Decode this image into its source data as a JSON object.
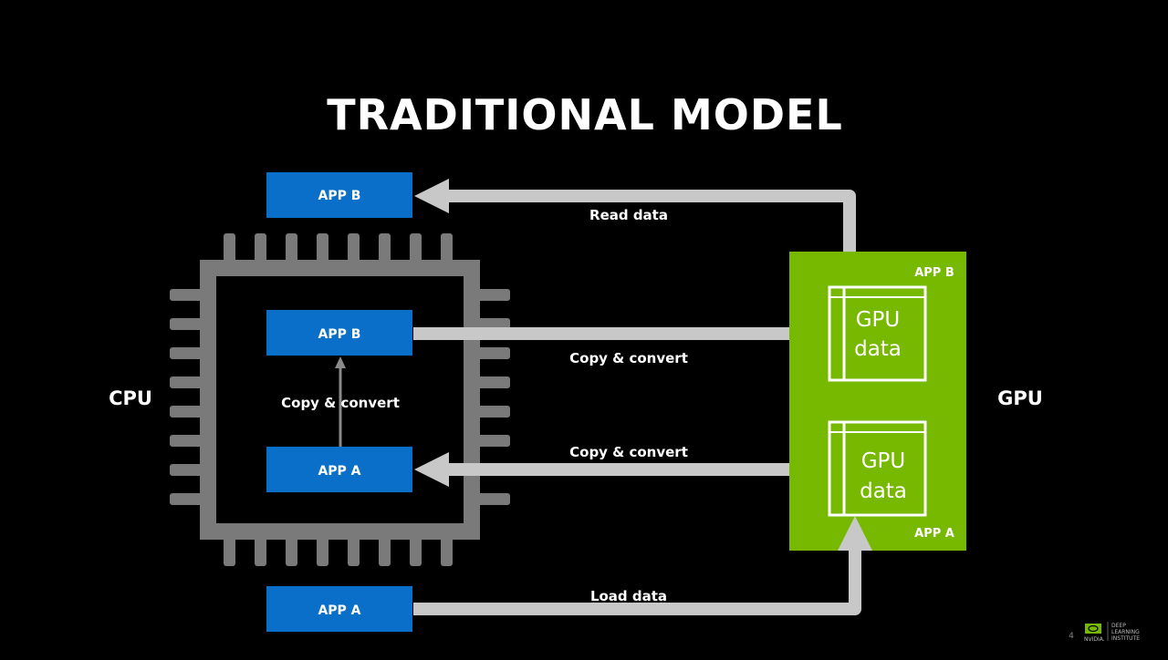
{
  "slide": {
    "title": "TRADITIONAL MODEL",
    "page_number": "4"
  },
  "sides": {
    "cpu": "CPU",
    "gpu": "GPU"
  },
  "cpu_chip": {
    "app_b": "APP B",
    "app_a": "APP A",
    "internal_arrow_label": "Copy & convert"
  },
  "outside": {
    "app_b_top": "APP B",
    "app_a_bottom": "APP A"
  },
  "gpu_box": {
    "top_label": "APP B",
    "bottom_label": "APP A",
    "data_top_line1": "GPU",
    "data_top_line2": "data",
    "data_bottom_line1": "GPU",
    "data_bottom_line2": "data"
  },
  "arrows": {
    "read_data": "Read data",
    "copy_convert_to_gpu": "Copy & convert",
    "copy_convert_from_gpu": "Copy & convert",
    "load_data": "Load data"
  },
  "logo": {
    "brand": "NVIDIA.",
    "line1": "DEEP",
    "line2": "LEARNING",
    "line3": "INSTITUTE"
  },
  "colors": {
    "background": "#000000",
    "app_box": "#0a6fc9",
    "gpu_green": "#76b900",
    "cpu_chip": "#7a7a7a",
    "arrow": "#c8c8c8"
  }
}
